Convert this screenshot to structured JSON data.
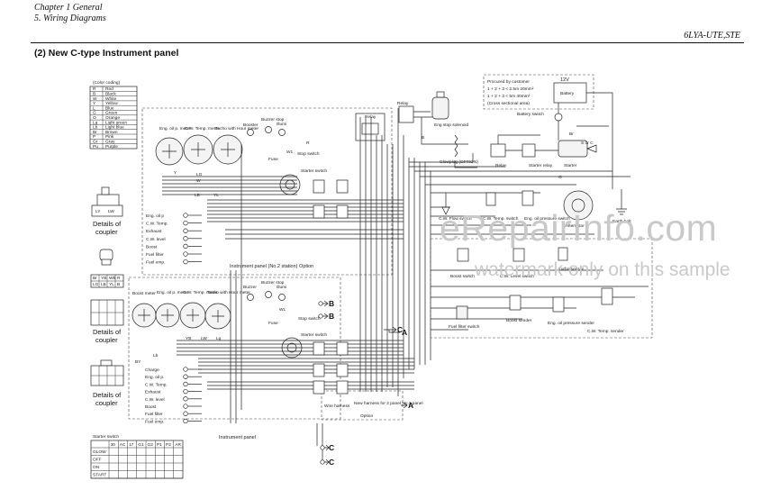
{
  "header": {
    "chapter": "Chapter 1 General",
    "section": "5. Wiring Diagrams",
    "model": "6LYA-UTE,STE"
  },
  "page_title": "(2) New C-type Instrument panel",
  "watermark": {
    "main": "eRepairInfo.com",
    "sub": "watermark only on this sample"
  },
  "color_coding": {
    "title": "(Color coding)",
    "rows": [
      {
        "code": "R",
        "name": "Red"
      },
      {
        "code": "B",
        "name": "Black"
      },
      {
        "code": "W",
        "name": "White"
      },
      {
        "code": "Y",
        "name": "Yellow"
      },
      {
        "code": "L",
        "name": "Blue"
      },
      {
        "code": "G",
        "name": "Green"
      },
      {
        "code": "O",
        "name": "Orange"
      },
      {
        "code": "Lg",
        "name": "Light green"
      },
      {
        "code": "Lb",
        "name": "Light blue"
      },
      {
        "code": "Br",
        "name": "Brown"
      },
      {
        "code": "P",
        "name": "Pink"
      },
      {
        "code": "Gr",
        "name": "Gray"
      },
      {
        "code": "Pu",
        "name": "Purple"
      }
    ]
  },
  "coupler_details": [
    "Details of",
    "coupler",
    "Details of",
    "coupler",
    "Details of",
    "coupler"
  ],
  "panel_upper": {
    "caption": "Instrument panel (No.2 station) Option",
    "gauges": [
      "Eng. oil p. meter",
      "C.W. Temp. meter",
      "Tacho with Hour meter"
    ],
    "indicators": [
      "Booster",
      "Buzzer stop",
      "Illumi"
    ],
    "fuse": "Fuse",
    "stop_switch": "Stop switch",
    "starter_switch": "Starter switch",
    "relay": "Relay",
    "lamp_labels": [
      "Eng. oil p",
      "C.W. Temp.",
      "Exhaust",
      "C.W. level",
      "Boost",
      "Fuel filter",
      "Fuel emp."
    ]
  },
  "panel_lower": {
    "caption": "Instrument panel",
    "gauges": [
      "Boost meter",
      "Eng. oil p. meter",
      "C.W. Temp. meter",
      "Tacho with Hour meter"
    ],
    "indicators": [
      "Buzzer",
      "Buzzer stop",
      "Illumi"
    ],
    "fuse": "Fuse",
    "stop_switch": "Stop switch",
    "starter_switch": "Starter switch",
    "lamp_labels": [
      "Charge",
      "Eng. oil p.",
      "C.W. Temp.",
      "Exhaust",
      "C.W. level",
      "Boost",
      "Fuel filter",
      "Fuel emp."
    ],
    "wire_harness": "Wire harness",
    "new_harness": "New harness for 2 panel No.2 panel",
    "option": "Option"
  },
  "connectors": [
    "B",
    "B",
    "C",
    "A",
    "A",
    "C"
  ],
  "wire_codes": [
    "Y",
    "LG",
    "W",
    "LB",
    "YL",
    "W1",
    "R",
    "B",
    "YB",
    "LW",
    "Lg",
    "WL",
    "Lb",
    "B1",
    "O",
    "Br",
    "BY"
  ],
  "engine_side": {
    "eng_stop_solenoid": "Eng stop solenoid",
    "relay_top": "Relay",
    "glowplug": "Glowplug (OPTION)",
    "relay": "Relay",
    "starter_relay": "Starter relay",
    "starter": "Starter",
    "s_or_c": "S or C",
    "battery_switch": "Battery switch",
    "battery_voltage": "12V",
    "battery": "Battery",
    "procured": [
      "Procured by customer",
      "1 + 2 + 3 < 2.5m  20mm²",
      "1 + 2 + 3 < 5m  40mm²",
      "(Cross sectional area)"
    ],
    "alternator": "Alternator",
    "earth_bolt": "Earth bolt",
    "cw_flow_switch": "C.W. Flow switch",
    "cw_temp_switch": "C.W. Temp. switch",
    "eng_oil_pressure_switch": "Eng. oil pressure switch",
    "boost_switch": "Boost switch",
    "cw_level_switch": "C.W. Level switch",
    "turbo_sensor": "Turbo sensor",
    "fuel_filter_switch": "Fuel filter switch",
    "boost_sender": "Boost sender",
    "eng_oil_pressure_sender": "Eng. oil pressure sender",
    "cw_temp_sender": "C.W. Temp. sender"
  },
  "starter_table": {
    "title": "Starter switch",
    "columns": [
      "",
      "30",
      "AC",
      "17",
      "G1",
      "G2",
      "P1",
      "P2",
      "AR"
    ],
    "rows": [
      "GLOW",
      "OFF",
      "ON",
      "START"
    ]
  }
}
